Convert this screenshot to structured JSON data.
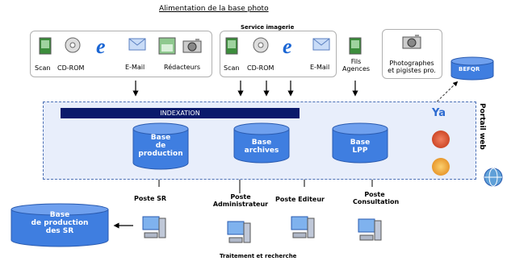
{
  "title_top": "Alimentation de la base photo",
  "service_imagerie": "Service imagerie",
  "group1": {
    "scan": "Scan",
    "cdrom": "CD-ROM",
    "email": "E-Mail",
    "redacteurs": "Rédacteurs"
  },
  "group2": {
    "scan": "Scan",
    "cdrom": "CD-ROM",
    "email": "E-Mail"
  },
  "fils_agences_1": "Fils",
  "fils_agences_2": "Agences",
  "photographes_1": "Photographes",
  "photographes_2": "et pigistes pro.",
  "befqr": "BEFQR",
  "indexation": "INDEXATION",
  "portail_web": "Portail web",
  "ya_label": "Ya",
  "db_production_1": "Base",
  "db_production_2": "de",
  "db_production_3": "production",
  "db_archives_1": "Base",
  "db_archives_2": "archives",
  "db_lpp_1": "Base",
  "db_lpp_2": "LPP",
  "db_sr_1": "Base",
  "db_sr_2": "de production",
  "db_sr_3": "des SR",
  "poste_sr": "Poste SR",
  "poste_admin_1": "Poste",
  "poste_admin_2": "Administrateur",
  "poste_editeur": "Poste Editeur",
  "poste_consult_1": "Poste",
  "poste_consult_2": "Consultation",
  "title_bottom": "Traitement et recherche",
  "colors": {
    "cylinder": "#3f7ee0",
    "cylinder_top": "#6fa0ee",
    "indexation_bar": "#0a1a6b",
    "portal_bg": "#e8eefb"
  }
}
